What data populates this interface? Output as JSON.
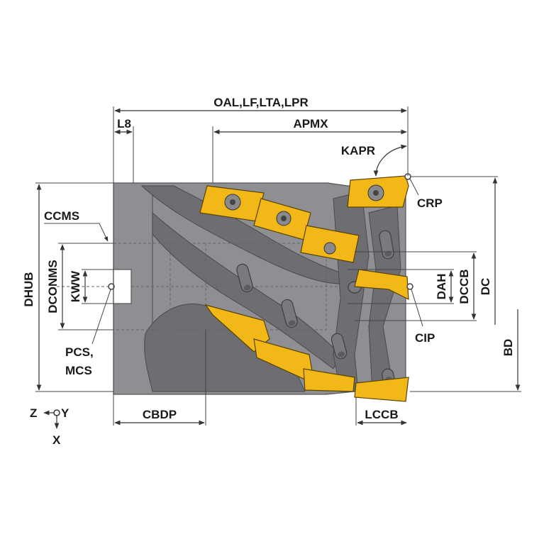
{
  "labels": {
    "oal": "OAL,LF,LTA,LPR",
    "l8": "L8",
    "apmx": "APMX",
    "kapr": "KAPR",
    "crp": "CRP",
    "ccms": "CCMS",
    "dhub": "DHUB",
    "dconms": "DCONMS",
    "kww": "KWW",
    "dah": "DAH",
    "dccb": "DCCB",
    "dc": "DC",
    "cip": "CIP",
    "bd": "BD",
    "pcs": "PCS,",
    "mcs": "MCS",
    "cbdp": "CBDP",
    "lccb": "LCCB",
    "axis_z": "Z",
    "axis_y": "Y",
    "axis_x": "X"
  },
  "colors": {
    "body": "#8f8f93",
    "insert": "#f2b817",
    "lines": "#333333"
  }
}
